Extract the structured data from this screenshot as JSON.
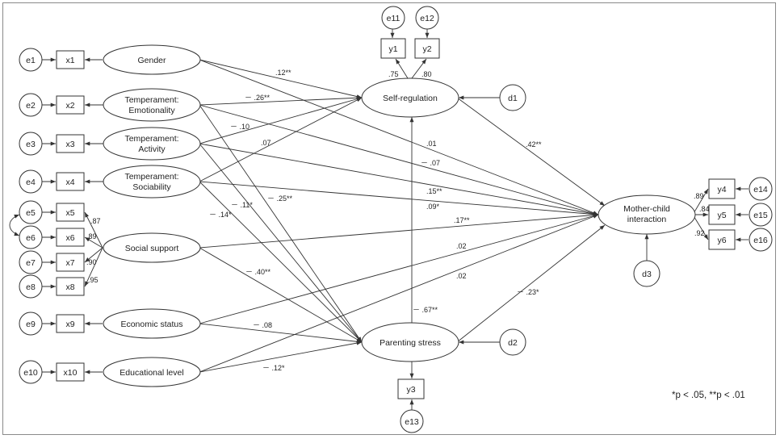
{
  "latent": {
    "self_regulation": "Self-regulation",
    "parenting_stress": "Parenting stress",
    "mother_child_1": "Mother-child",
    "mother_child_2": "interaction"
  },
  "exogenous": {
    "gender": "Gender",
    "temp_emotionality_1": "Temperament:",
    "temp_emotionality_2": "Emotionality",
    "temp_activity_1": "Temperament:",
    "temp_activity_2": "Activity",
    "temp_sociability_1": "Temperament:",
    "temp_sociability_2": "Sociability",
    "social_support": "Social support",
    "economic_status": "Economic status",
    "educational_level": "Educational level"
  },
  "indicators": {
    "x1": "x1",
    "x2": "x2",
    "x3": "x3",
    "x4": "x4",
    "x5": "x5",
    "x6": "x6",
    "x7": "x7",
    "x8": "x8",
    "x9": "x9",
    "x10": "x10",
    "y1": "y1",
    "y2": "y2",
    "y3": "y3",
    "y4": "y4",
    "y5": "y5",
    "y6": "y6"
  },
  "errors": {
    "e1": "e1",
    "e2": "e2",
    "e3": "e3",
    "e4": "e4",
    "e5": "e5",
    "e6": "e6",
    "e7": "e7",
    "e8": "e8",
    "e9": "e9",
    "e10": "e10",
    "e11": "e11",
    "e12": "e12",
    "e13": "e13",
    "e14": "e14",
    "e15": "e15",
    "e16": "e16",
    "d1": "d1",
    "d2": "d2",
    "d3": "d3"
  },
  "loadings": {
    "x5": ".87",
    "x6": ".89",
    "x7": ".90",
    "x8": ".95",
    "y1": ".75",
    "y2": ".80",
    "y4": ".89",
    "y5": ".84",
    "y6": ".92"
  },
  "paths": {
    "gender_sr": ".12**",
    "emo_sr": "－ .26**",
    "emo_ps": "－ .10",
    "act_sr": ".07",
    "soc_ps_a": "－ .11*",
    "soc_ps_b": "－ .25**",
    "soc_ps_c": "－ .14*",
    "gender_mci": ".01",
    "emo_mci": "－ .07",
    "act_mci": ".15**",
    "soc_mci": ".09*",
    "ss_mci": ".17**",
    "econ_mci": ".02",
    "edu_mci": ".02",
    "ss_ps": "－ .40**",
    "econ_ps": "－ .08",
    "edu_ps": "－ .12*",
    "ps_sr": "－ .67**",
    "sr_mci": ".42**",
    "ps_mci": "－ .23*"
  },
  "note": "*p < .05, **p < .01"
}
